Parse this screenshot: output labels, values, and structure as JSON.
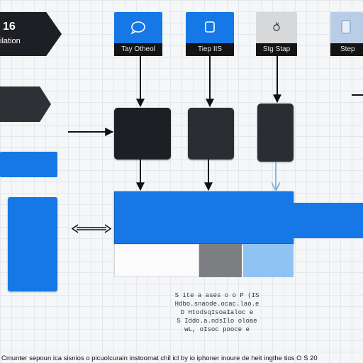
{
  "header_tag": {
    "number": "16",
    "text": "ilation"
  },
  "steps": [
    {
      "label": "Tay Otheol",
      "icon": "bubble-icon",
      "color": "#1677e6"
    },
    {
      "label": "Tiep IIS",
      "icon": "document-icon",
      "color": "#1677e6"
    },
    {
      "label": "Stg Stap",
      "icon": "gear-icon",
      "color": "#d6d8da"
    },
    {
      "label": "Step",
      "icon": "panel-icon",
      "color": "#b9cde6"
    }
  ],
  "notes": [
    "S ite a ases o o P (IS",
    "Hdbo.snaode.ocac.lao.e",
    "D HtodsqIsoaIaloc e",
    "S Iddo.a.ndsIlo oloae",
    "wL, oIsoc pooce e"
  ],
  "footer": "Cmunter sepoun ica sisnios o picuolcurain instoomat chil icl by io iphoner inoure de heit ingthe tios O S 20",
  "colors": {
    "accent": "#1677e6",
    "dark": "#1d1f24",
    "light_blue": "#8fc3f3",
    "gray": "#7d7f82"
  }
}
